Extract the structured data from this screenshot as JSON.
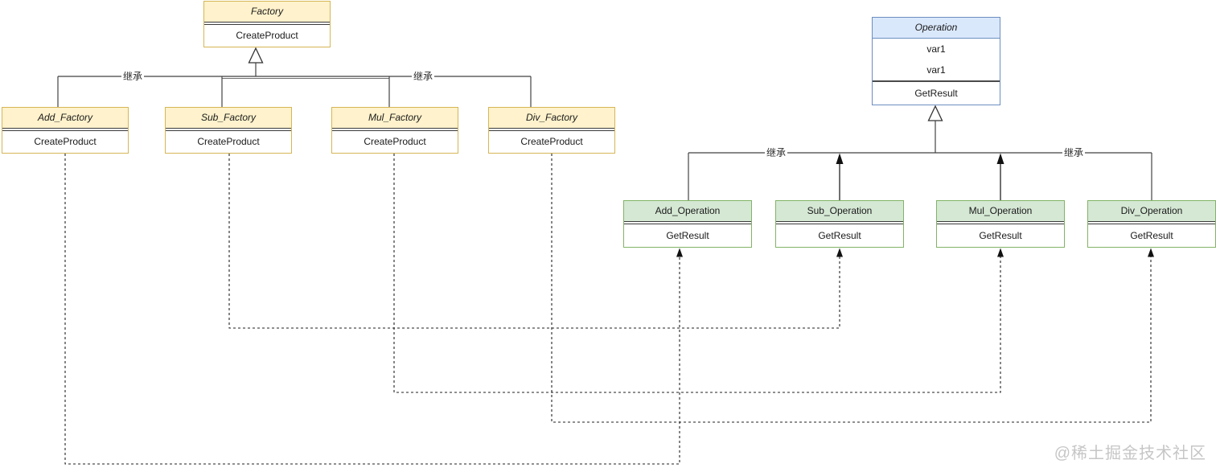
{
  "diagram": {
    "type": "uml-class-diagram",
    "pattern": "factory-method",
    "factory_side": {
      "parent": {
        "title": "Factory",
        "methods": [
          "CreateProduct"
        ]
      },
      "children": [
        {
          "title": "Add_Factory",
          "methods": [
            "CreateProduct"
          ]
        },
        {
          "title": "Sub_Factory",
          "methods": [
            "CreateProduct"
          ]
        },
        {
          "title": "Mul_Factory",
          "methods": [
            "CreateProduct"
          ]
        },
        {
          "title": "Div_Factory",
          "methods": [
            "CreateProduct"
          ]
        }
      ]
    },
    "operation_side": {
      "parent": {
        "title": "Operation",
        "fields": [
          "var1",
          "var1"
        ],
        "methods": [
          "GetResult"
        ]
      },
      "children": [
        {
          "title": "Add_Operation",
          "methods": [
            "GetResult"
          ]
        },
        {
          "title": "Sub_Operation",
          "methods": [
            "GetResult"
          ]
        },
        {
          "title": "Mul_Operation",
          "methods": [
            "GetResult"
          ]
        },
        {
          "title": "Div_Operation",
          "methods": [
            "GetResult"
          ]
        }
      ]
    },
    "inherit_labels": [
      "继承",
      "继承",
      "继承",
      "继承"
    ],
    "watermark": "@稀土掘金技术社区",
    "colors": {
      "factory_header_fill": "#fff2cc",
      "factory_border": "#d6b656",
      "operation_parent_header_fill": "#dae8fc",
      "operation_parent_border": "#6c8ebf",
      "operation_child_header_fill": "#d5e8d4",
      "operation_child_border": "#82b366",
      "solid_line": "#424242",
      "dashed_line": "#222222",
      "watermark_text": "#c6c6c6"
    }
  }
}
